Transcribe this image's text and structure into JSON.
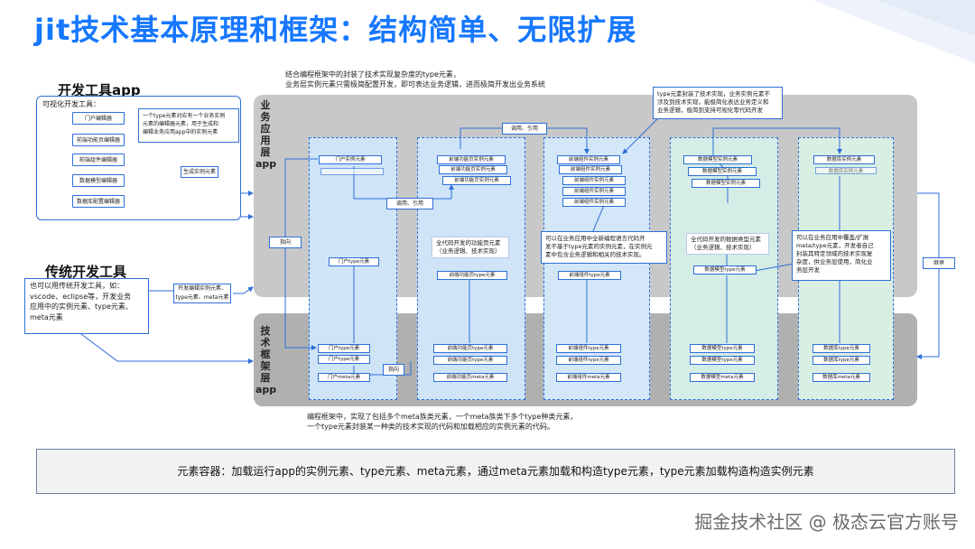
{
  "title": "jit技术基本原理和框架：结构简单、无限扩展",
  "top_note": "结合编程框架中的封装了技术实现复杂度的type元素，\n业务层实例元素只需极简配置开发，即可表达业务逻辑，进而极简开发出业务系统",
  "dev_tools_app": {
    "heading": "开发工具app",
    "subtitle": "可视化开发工具：",
    "items": [
      "门户编辑器",
      "前端功能页编辑器",
      "前端组件编辑器",
      "数据模型编辑器",
      "数据库配置编辑器"
    ],
    "callout": "一个type元素对应有一个业务实例\n元素的编辑器元素，用于生成和\n编辑业务应用app中的实例元素",
    "arrow_label": "生成实例元素"
  },
  "traditional_tools": {
    "heading": "传统开发工具",
    "text": "也可以用传统开发工具，如：\nvscode、eclipse等，开发业务\n应用中的实例元素、type元素、\nmeta元素",
    "arrow_label": "开发编辑实例元素、\ntype元素、meta元素"
  },
  "layers": {
    "app": "业\n务\n应\n用\n层\napp",
    "framework": "技\n术\n框\n架\n层\napp"
  },
  "link_labels": {
    "call_ref_top": "调用、引用",
    "call_ref_mid": "调用、引用",
    "point_left": "指向",
    "point_bottom": "指向",
    "inherit": "继承"
  },
  "columns": [
    {
      "app_top": [
        "门户实例元素"
      ],
      "app_mid": "门户type元素",
      "fw": [
        "门户type元素",
        "门户type元素",
        "门户meta元素"
      ]
    },
    {
      "app_top": [
        "前端功能页实例元素",
        "前端功能页实例元素",
        "前端功能页实例元素"
      ],
      "app_mid": "前端功能页type元素",
      "fw": [
        "前端功能页type元素",
        "前端功能页type元素",
        "前端功能页meta元素"
      ]
    },
    {
      "app_top": [
        "前端组件实例元素",
        "前端组件实例元素",
        "前端组件实例元素",
        "前端组件实例元素",
        "前端组件实例元素"
      ],
      "app_mid": "前端组件type元素",
      "fw": [
        "前端组件type元素",
        "前端组件type元素",
        "前端组件meta元素"
      ]
    },
    {
      "app_top": [
        "数据模型实例元素",
        "数据模型实例元素",
        "数据模型实例元素"
      ],
      "app_mid": "数据模型type元素",
      "fw": [
        "数据模型type元素",
        "数据模型type元素",
        "数据模型meta元素"
      ]
    },
    {
      "app_top": [
        "数据库实例元素",
        "数据库实例元素"
      ],
      "app_mid": "",
      "fw": [
        "数据库type元素",
        "数据库type元素",
        "数据库meta元素"
      ]
    }
  ],
  "callouts": {
    "frontend_page": "全代码开发的功能页元素\n（业务逻辑、技术实现）",
    "component": "可以在业务应用中全新编程语言代码开\n发不基于type元素的实例元素，在实例元\n素中包含业务逻辑和相关的技术实现。",
    "datamodel": "全代码开发的数据类型元素\n（业务逻辑、技术实现）",
    "database": "可以在业务应用中覆盖/扩展\nmeta/type元素，开发者自己\n封装其特定领域的技术实现复\n杂度，供业务层使用，简化业\n务层开发",
    "type_note": "type元素封装了技术实现，业务实例元素不\n涉及到技术实现，能极简化表达业务定义和\n业务逻辑，极简到支持可视化零代码开发"
  },
  "bottom_note": "编程框架中，实现了包括多个meta族类元素，一个meta族类下多个type种类元素，\n一个type元素封装某一种类的技术实现的代码和加载相应的实例元素的代码。",
  "container_text": "元素容器：加载运行app的实例元素、type元素、meta元素，通过meta元素加载和构造type元素，type元素加载构造构造实例元素",
  "watermark": "掘金技术社区 @ 极态云官方账号",
  "colors": {
    "accent": "#1677ff",
    "line": "#2e6fd8",
    "layer_app": "#c8c8c8",
    "layer_fw": "#b0b0b0"
  }
}
